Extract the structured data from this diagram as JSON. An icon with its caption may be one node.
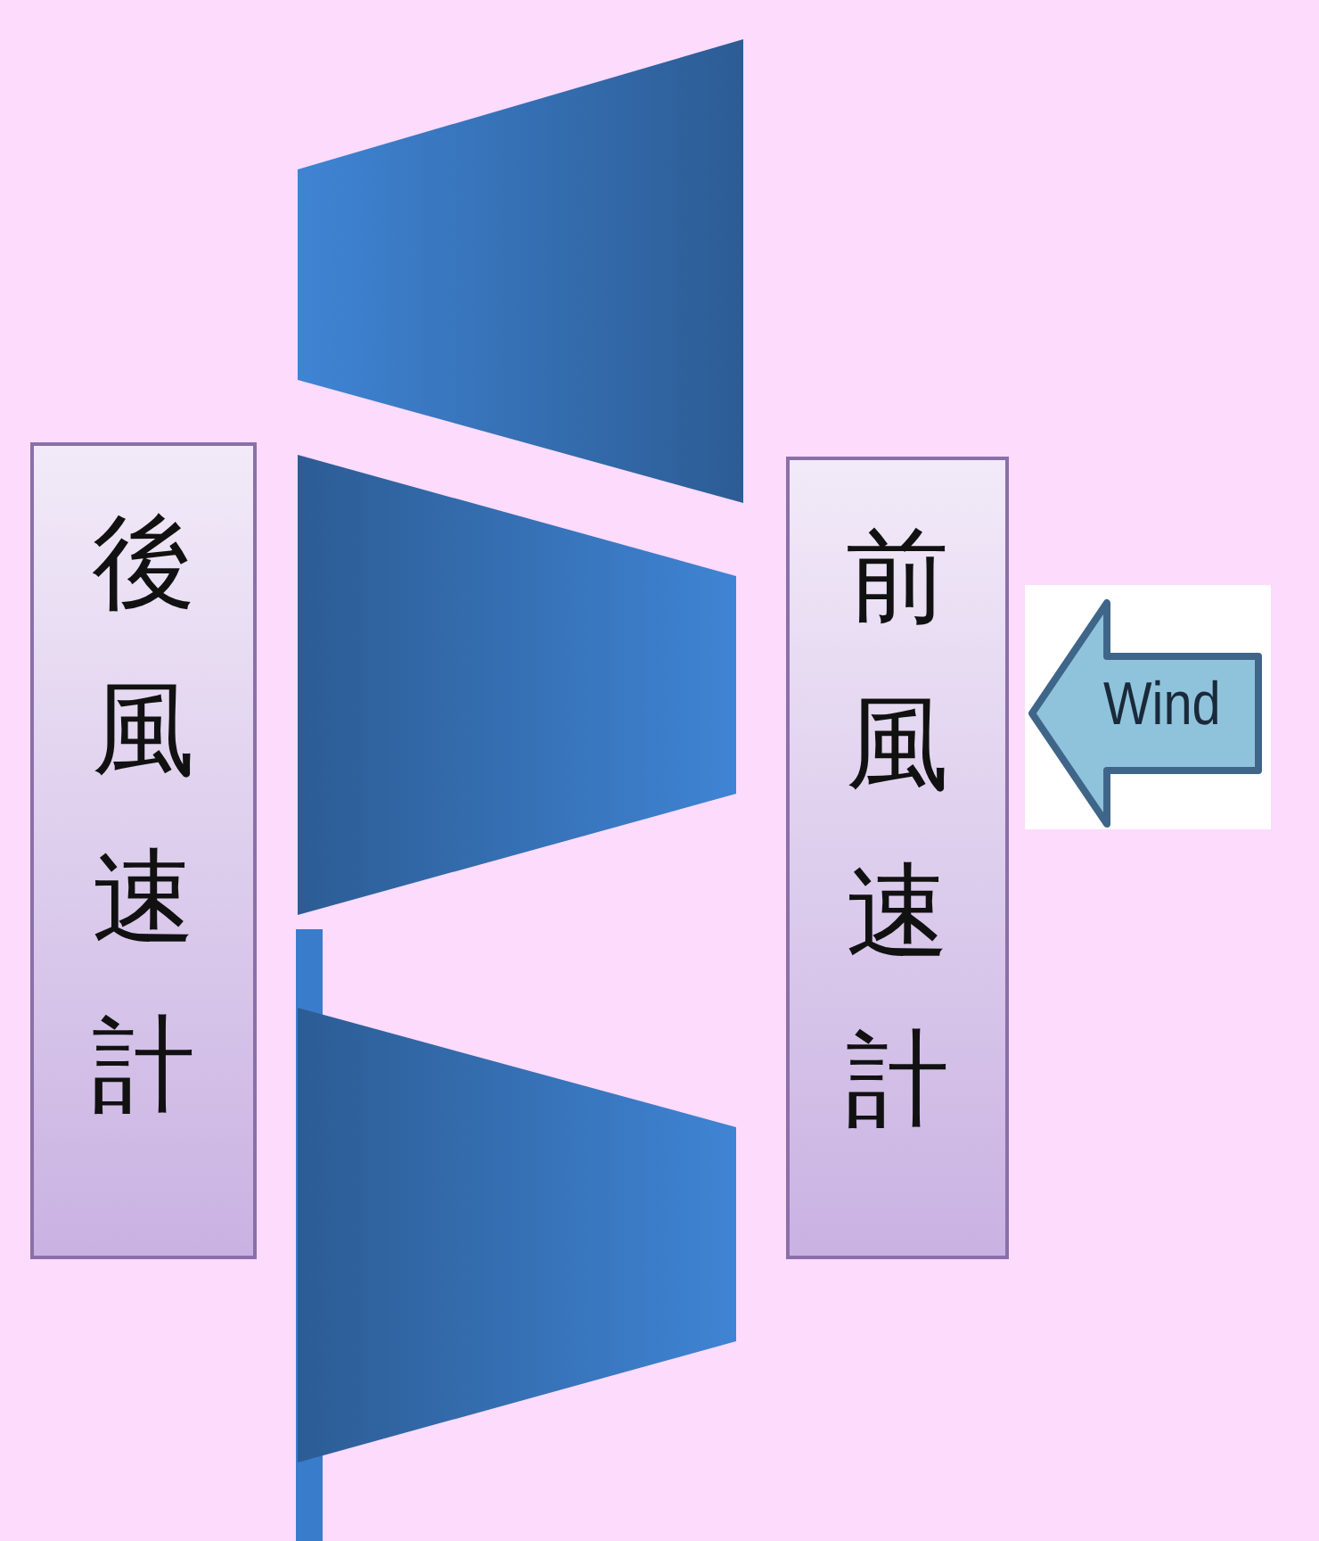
{
  "diagram": {
    "nodes": [
      {
        "text": [
          "後風速計"
        ]
      },
      {
        "text": [
          "前風速計"
        ]
      },
      {
        "text": [
          "Wind"
        ]
      }
    ]
  }
}
